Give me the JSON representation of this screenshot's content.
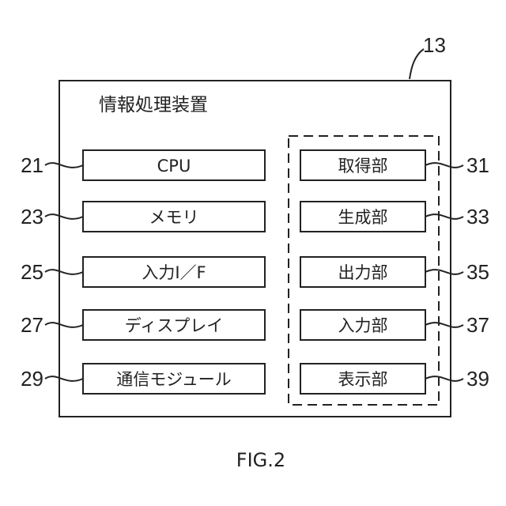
{
  "device": {
    "ref": "13",
    "title": "情報処理装置"
  },
  "left_blocks": [
    {
      "ref": "21",
      "label": "CPU"
    },
    {
      "ref": "23",
      "label": "メモリ"
    },
    {
      "ref": "25",
      "label": "入力I／F"
    },
    {
      "ref": "27",
      "label": "ディスプレイ"
    },
    {
      "ref": "29",
      "label": "通信モジュール"
    }
  ],
  "right_blocks": [
    {
      "ref": "31",
      "label": "取得部"
    },
    {
      "ref": "33",
      "label": "生成部"
    },
    {
      "ref": "35",
      "label": "出力部"
    },
    {
      "ref": "37",
      "label": "入力部"
    },
    {
      "ref": "39",
      "label": "表示部"
    }
  ],
  "caption": "FIG.2"
}
